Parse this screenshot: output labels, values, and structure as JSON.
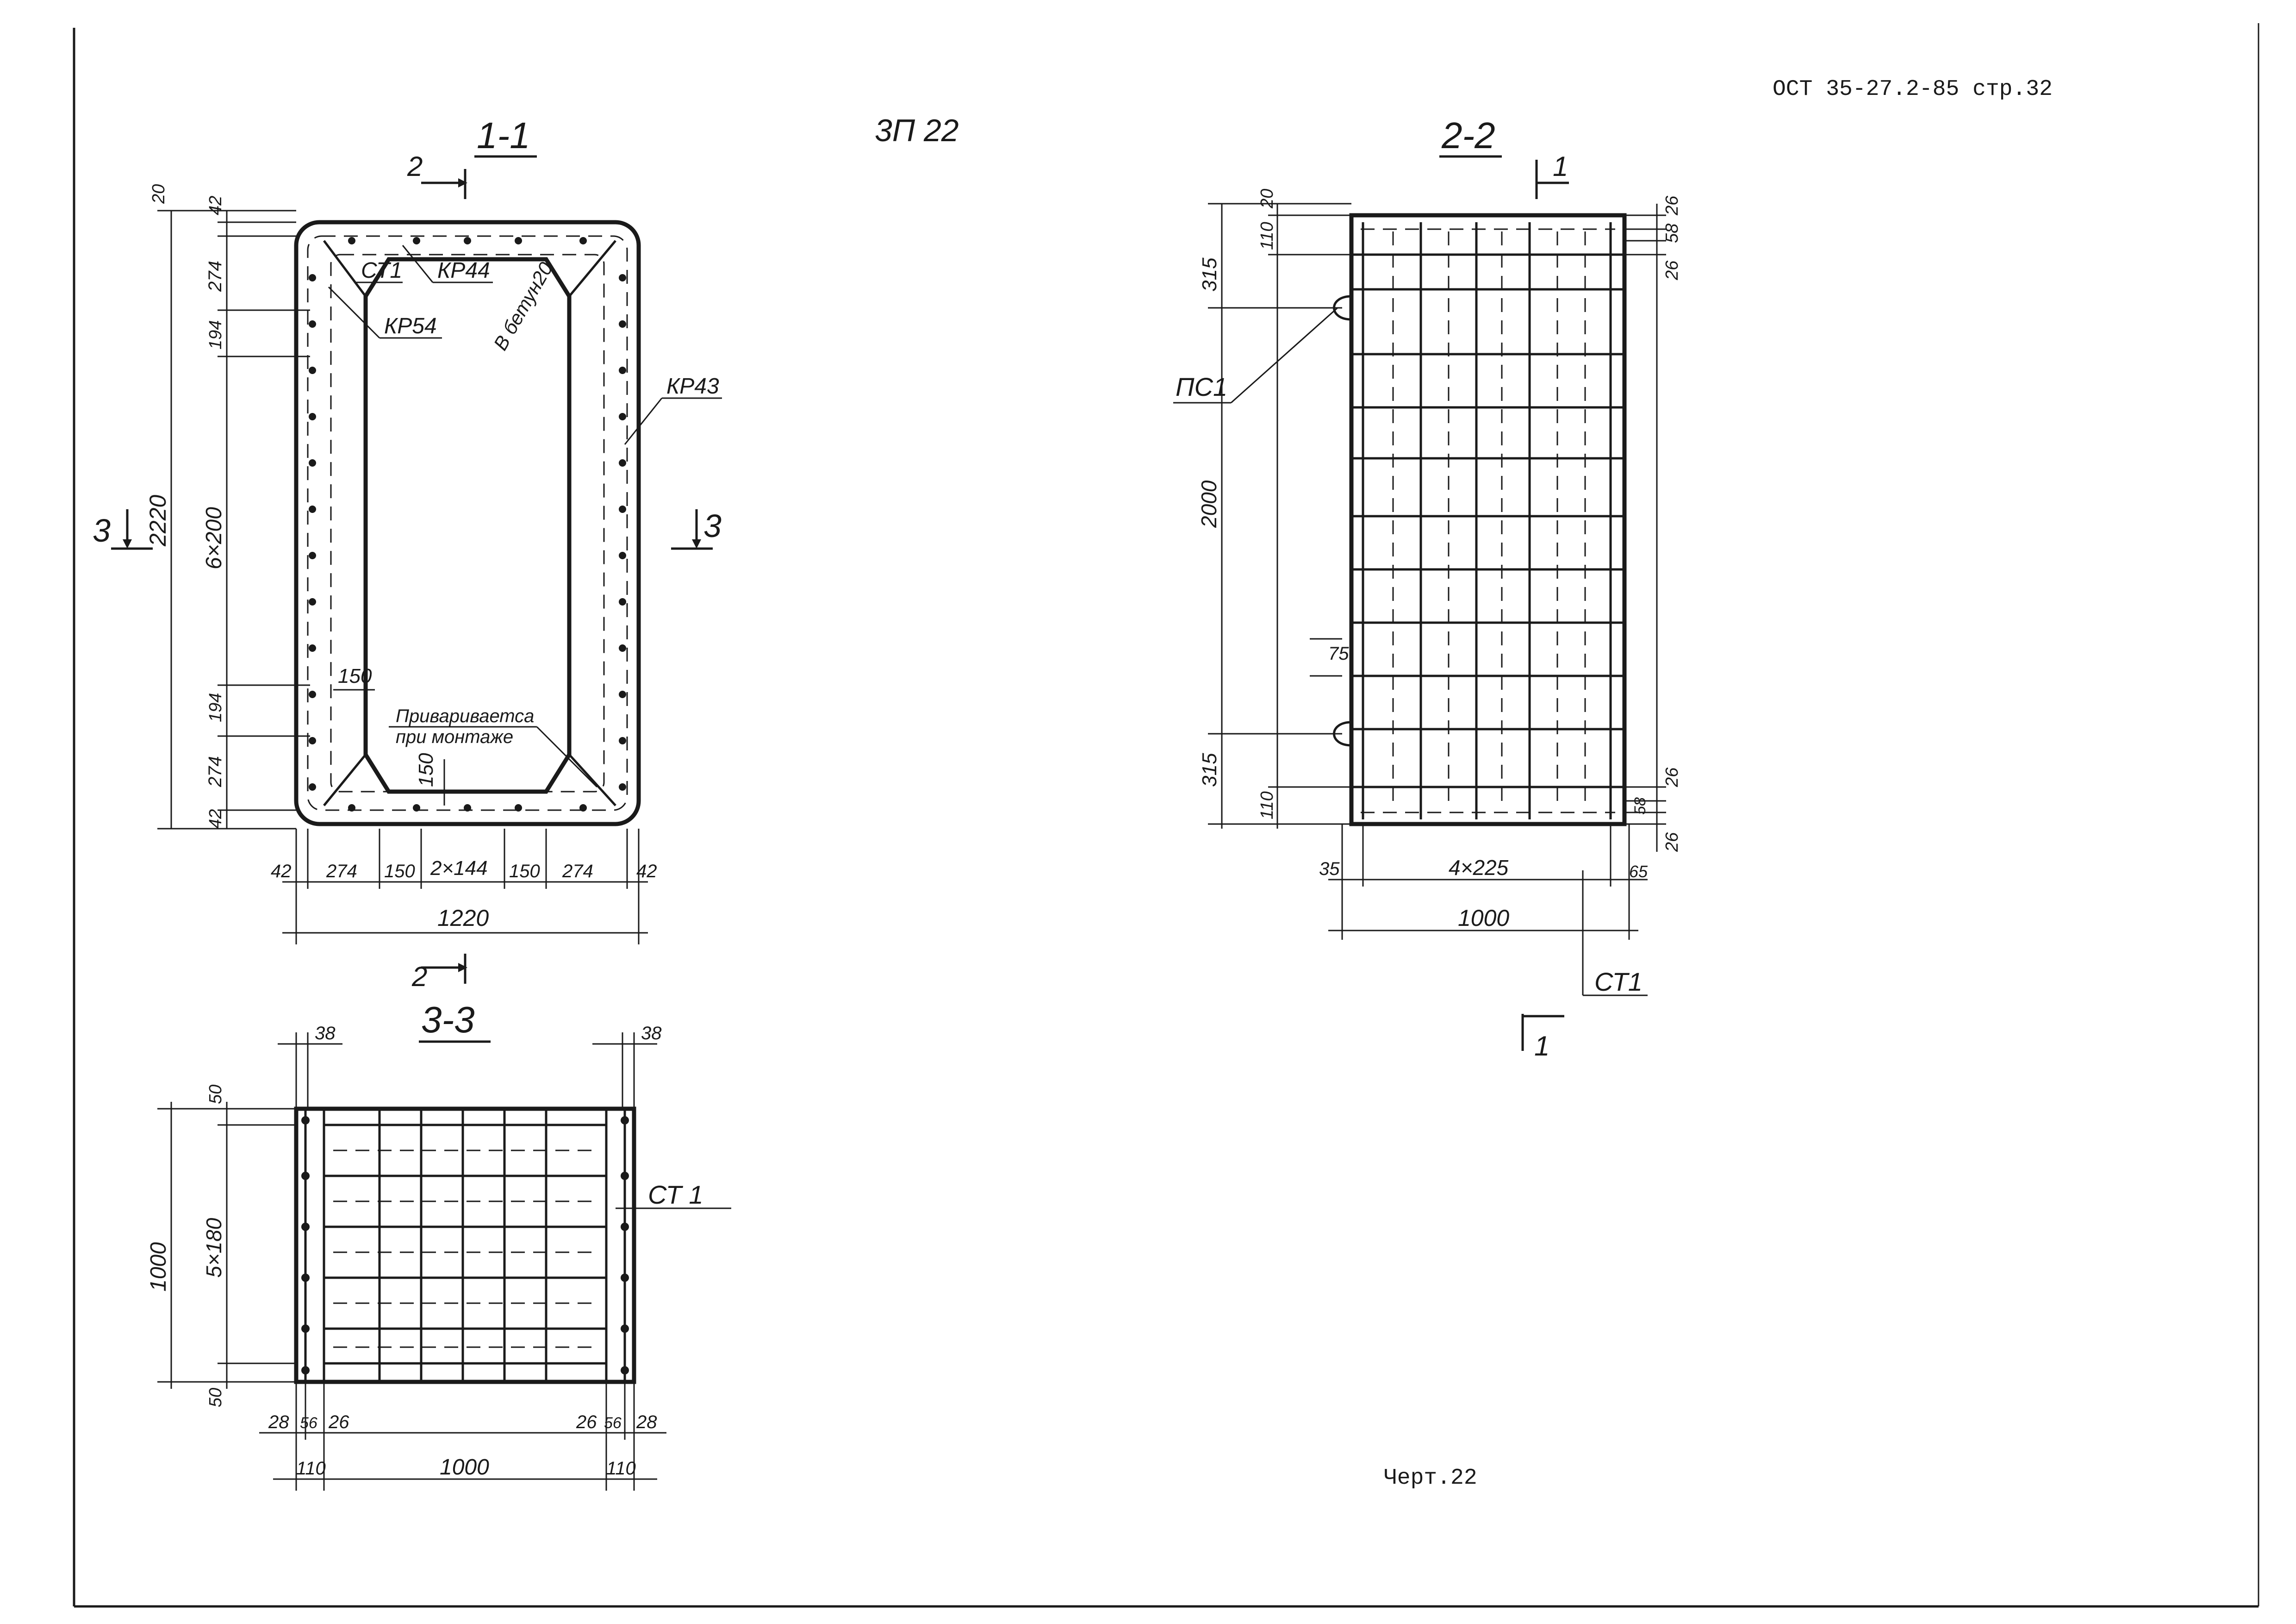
{
  "header": {
    "doc_ref": "ОСТ 35-27.2-85 стр.32",
    "product_code": "3П 22"
  },
  "footer": {
    "drawing_label": "Черт.22"
  },
  "section_1_1": {
    "title": "1-1",
    "cut_mark_top": "2",
    "cut_mark_bottom": "2",
    "cut_mark_left": "3",
    "cut_mark_right": "3",
    "labels": {
      "ct1": "СТ1",
      "kr44": "КР44",
      "kr54": "КР54",
      "kr43": "КР43",
      "vbetu": "В бетун20",
      "weld_1": "Привариваетса",
      "weld_2": "при монтаже"
    },
    "dims_left": {
      "d20": "20",
      "d42a": "42",
      "d274a": "274",
      "d194a": "194",
      "mid": "6×200",
      "d194b": "194",
      "d274b": "274",
      "d42b": "42",
      "total": "2220"
    },
    "dims_bottom": {
      "d42a": "42",
      "d274a": "274",
      "d150a": "150",
      "mid": "2×144",
      "d150b": "150",
      "d274b": "274",
      "d42b": "42",
      "total": "1220"
    },
    "dims_inner": {
      "d150h": "150",
      "d150v": "150"
    }
  },
  "section_2_2": {
    "title": "2-2",
    "cut_mark_top": "1",
    "cut_mark_bottom": "1",
    "labels": {
      "pc1": "ПС1",
      "ct1": "СТ1"
    },
    "dims_left": {
      "d20": "20",
      "d110a": "110",
      "d315a": "315",
      "mid": "2000",
      "d75": "75",
      "d315b": "315",
      "d110b": "110"
    },
    "dims_right": {
      "d26a": "26",
      "d58a": "58",
      "d26b": "26",
      "d26c": "26",
      "d58b": "58",
      "d26d": "26"
    },
    "dims_bottom": {
      "d35": "35",
      "mid": "4×225",
      "d65": "65",
      "total": "1000"
    }
  },
  "section_3_3": {
    "title": "3-3",
    "labels": {
      "ct1": "СТ 1"
    },
    "dims_top": {
      "left": "38",
      "right": "38"
    },
    "dims_left": {
      "d50a": "50",
      "mid": "5×180",
      "d50b": "50",
      "total": "1000"
    },
    "dims_bottom": {
      "l28": "28",
      "l56": "56",
      "l26": "26",
      "r26": "26",
      "r56": "56",
      "r28": "28",
      "l110": "110",
      "mid": "1000",
      "r110": "110"
    }
  }
}
